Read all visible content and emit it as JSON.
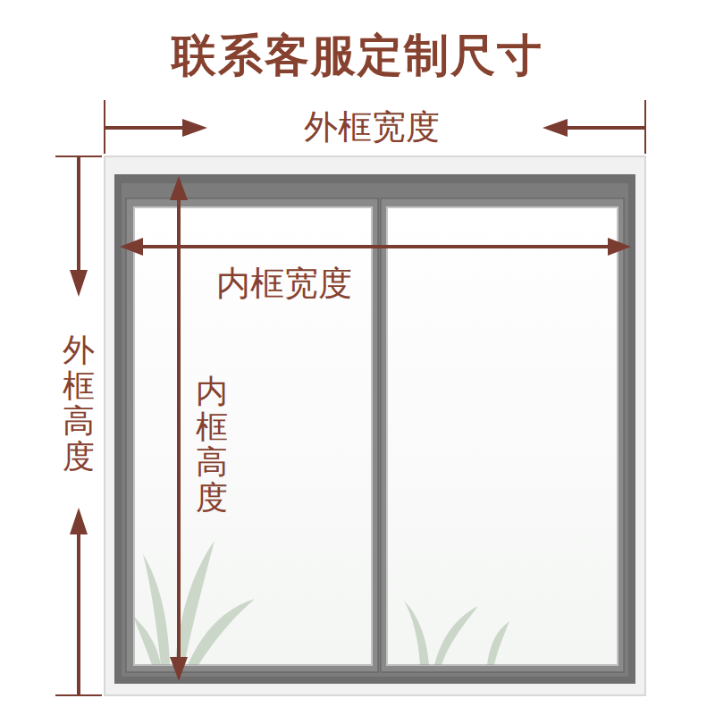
{
  "diagram": {
    "title": "联系客服定制尺寸",
    "labels": [
      "外框宽度",
      "内框宽度",
      "外框高度",
      "内框高度"
    ]
  }
}
